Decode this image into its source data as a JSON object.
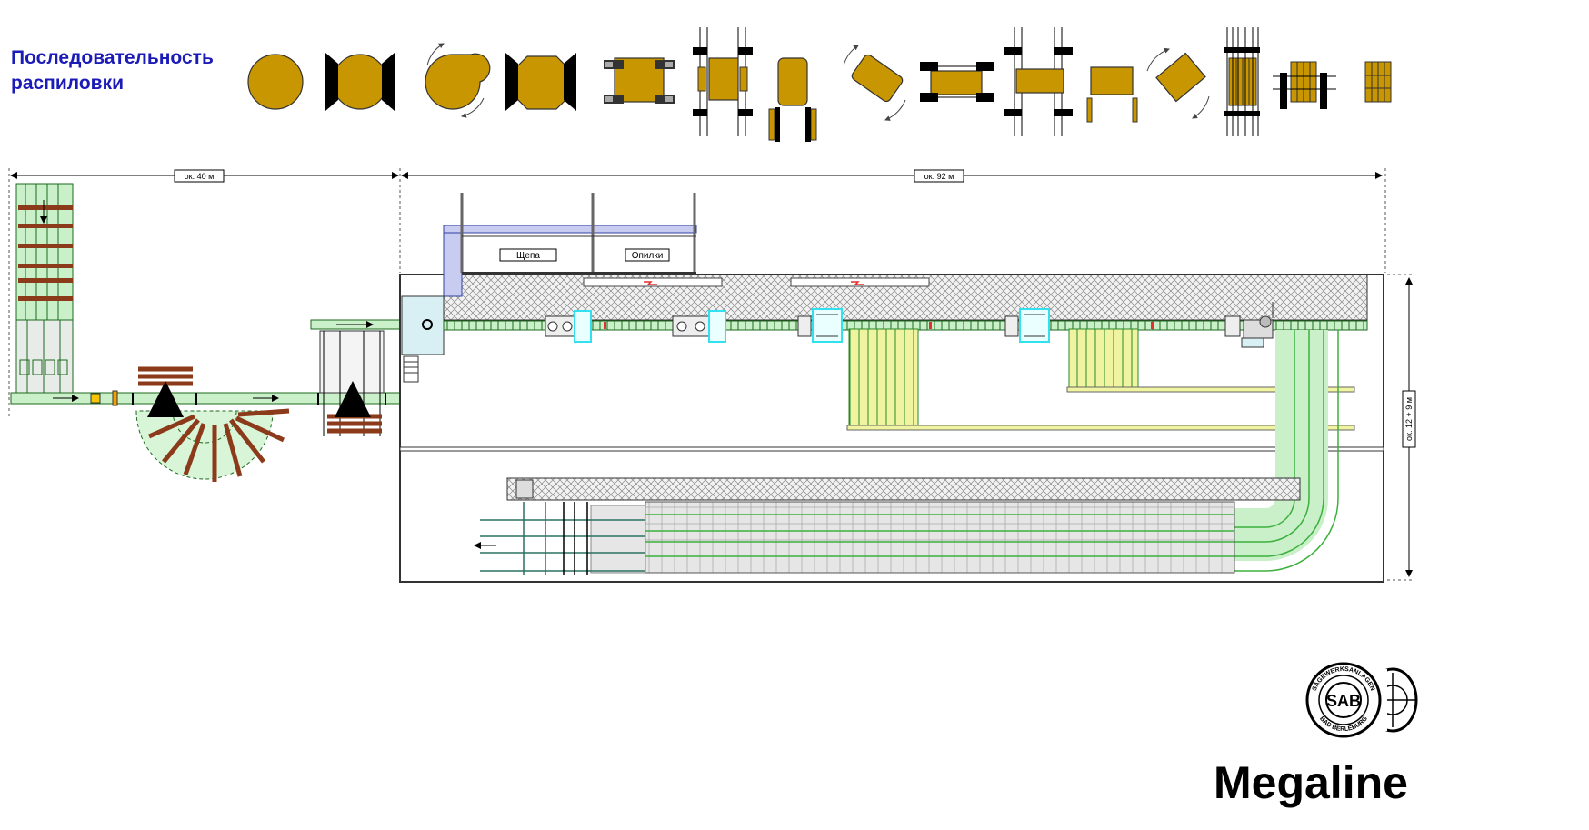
{
  "heading": {
    "line1": "Последовательность",
    "line2": "распиловки"
  },
  "dimensions": {
    "left_span": "ок. 40 м",
    "right_span": "ок. 92  м",
    "side_span": "ок. 12 + 9  м"
  },
  "bins": {
    "chips": "Щепа",
    "sawdust": "Опилки"
  },
  "brand": "Megaline",
  "logo": {
    "center": "SAB",
    "ring_top": "SÄGEWERKSANLAGEN",
    "ring_bottom": "BAD BERLEBURG"
  },
  "colors": {
    "log_fill": "#c89600",
    "conveyor_green": "#c9f0c9",
    "timber_brown": "#8b3a1a",
    "hatch_gray": "#d0d0d0",
    "sorting_yellow": "#f0f4a0",
    "machine_cyan": "#33e0f0",
    "heading_blue": "#1b1bb8",
    "chute_blue": "#c8ccf0"
  },
  "sawing_sequence_steps": [
    "round-log",
    "two-sided-cant",
    "rotate",
    "four-sided-cant",
    "profiled-cant",
    "split-cant",
    "side-boards",
    "rotate",
    "reduced-cant",
    "split-cant",
    "side-boards",
    "rotate",
    "multi-saw",
    "boards",
    "board-stack"
  ]
}
